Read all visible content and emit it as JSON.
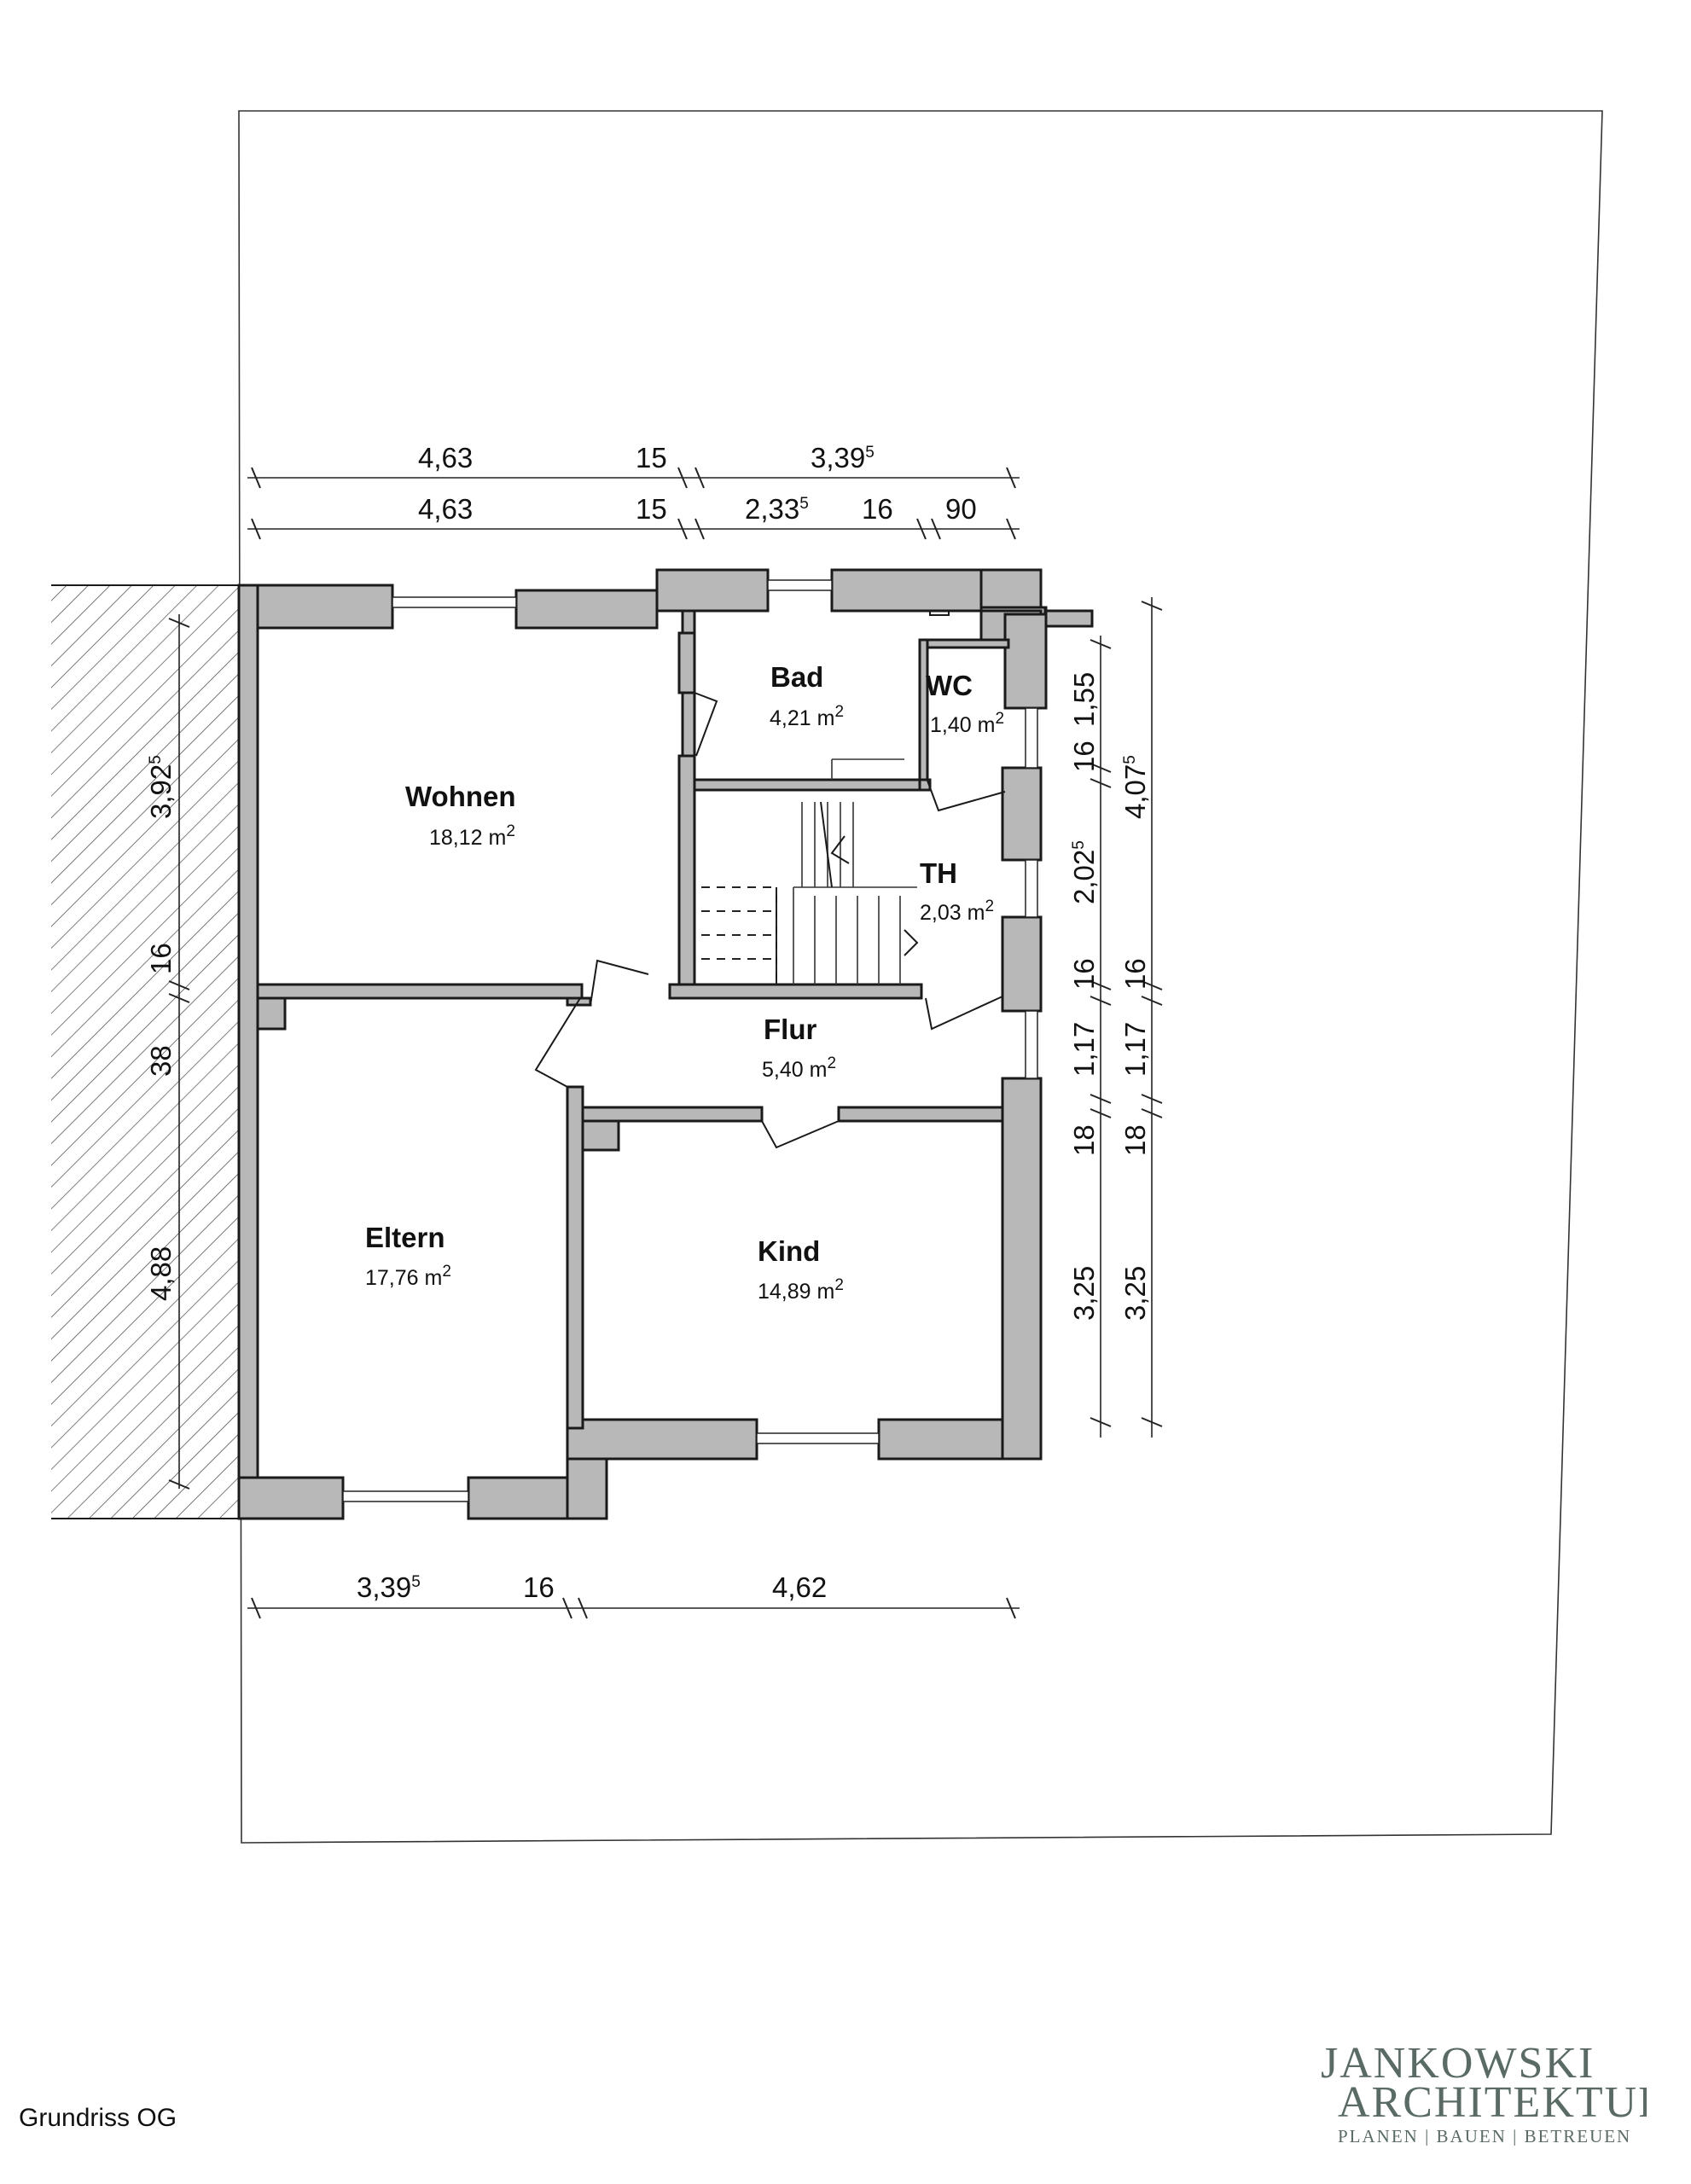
{
  "title": "Grundriss OG",
  "logo": {
    "line1": "JANKOWSKI",
    "line2": "ARCHITEKTUR",
    "line3": "PLANEN | BAUEN | BETREUEN",
    "color": "#5a6b66"
  },
  "rooms": [
    {
      "id": "wohnen",
      "name": "Wohnen",
      "area": "18,12",
      "unit": "m",
      "exp": "2"
    },
    {
      "id": "bad",
      "name": "Bad",
      "area": "4,21",
      "unit": "m",
      "exp": "2"
    },
    {
      "id": "wc",
      "name": "WC",
      "area": "1,40",
      "unit": "m",
      "exp": "2"
    },
    {
      "id": "th",
      "name": "TH",
      "area": "2,03",
      "unit": "m",
      "exp": "2"
    },
    {
      "id": "flur",
      "name": "Flur",
      "area": "5,40",
      "unit": "m",
      "exp": "2"
    },
    {
      "id": "eltern",
      "name": "Eltern",
      "area": "17,76",
      "unit": "m",
      "exp": "2"
    },
    {
      "id": "kind",
      "name": "Kind",
      "area": "14,89",
      "unit": "m",
      "exp": "2"
    }
  ],
  "dimensions": {
    "top1": [
      {
        "text": "4,63",
        "sup": ""
      },
      {
        "text": "15",
        "sup": ""
      },
      {
        "text": "3,39",
        "sup": "5"
      }
    ],
    "top2": [
      {
        "text": "4,63",
        "sup": ""
      },
      {
        "text": "15",
        "sup": ""
      },
      {
        "text": "2,33",
        "sup": "5"
      },
      {
        "text": "16",
        "sup": ""
      },
      {
        "text": "90",
        "sup": ""
      }
    ],
    "bottom": [
      {
        "text": "3,39",
        "sup": "5"
      },
      {
        "text": "16",
        "sup": ""
      },
      {
        "text": "4,62",
        "sup": ""
      }
    ],
    "left": [
      {
        "text": "3,92",
        "sup": "5"
      },
      {
        "text": "16",
        "sup": ""
      },
      {
        "text": "38",
        "sup": ""
      },
      {
        "text": "4,88",
        "sup": ""
      }
    ],
    "right1": [
      {
        "text": "1,55",
        "sup": ""
      },
      {
        "text": "16",
        "sup": ""
      },
      {
        "text": "2,02",
        "sup": "5"
      },
      {
        "text": "16",
        "sup": ""
      },
      {
        "text": "1,17",
        "sup": ""
      },
      {
        "text": "18",
        "sup": ""
      },
      {
        "text": "3,25",
        "sup": ""
      }
    ],
    "right2": [
      {
        "text": "4,07",
        "sup": "5"
      },
      {
        "text": "16",
        "sup": ""
      },
      {
        "text": "1,17",
        "sup": ""
      },
      {
        "text": "18",
        "sup": ""
      },
      {
        "text": "3,25",
        "sup": ""
      }
    ]
  }
}
